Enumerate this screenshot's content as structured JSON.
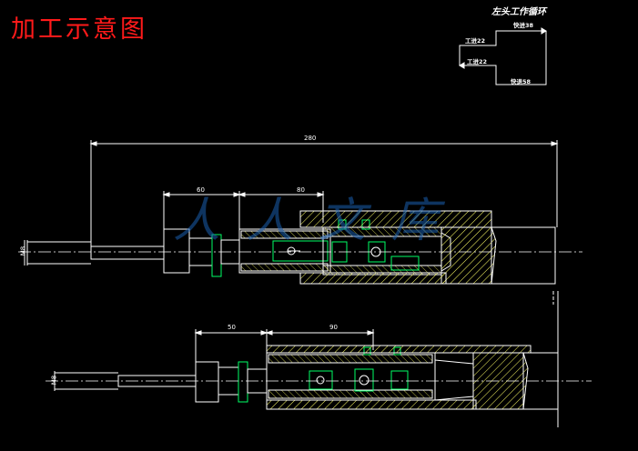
{
  "title": "加工示意图",
  "cycle": {
    "title": "左头工作循环",
    "fast_forward": "快进38",
    "work_feed_a": "工进22",
    "work_feed_b": "工进22",
    "fast_return": "快退58"
  },
  "upper_view": {
    "dim_total": "280",
    "dim_60": "60",
    "dim_80": "80",
    "dim_shank": "M8"
  },
  "lower_view": {
    "dim_50": "50",
    "dim_90": "90",
    "dim_shank": "M8"
  },
  "watermark": {
    "text": "人人文库",
    "color": "#1a5fb0"
  },
  "colors": {
    "background": "#000000",
    "title": "#ff1a1a",
    "lines": "#ffffff",
    "hatch": "#ffff66",
    "parts": "#00ff66",
    "centerline": "#ffffff"
  }
}
